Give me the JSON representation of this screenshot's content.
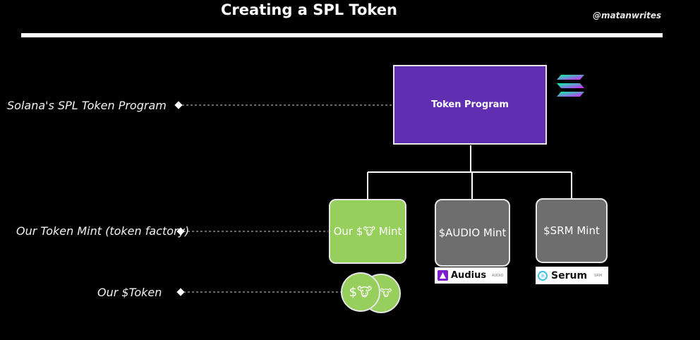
{
  "title": "Creating a SPL Token",
  "handle": "@matanwrites",
  "labels": {
    "program": "Solana's SPL Token Program",
    "mint": "Our Token Mint (token factory)",
    "token": "Our $Token"
  },
  "nodes": {
    "program": "Token Program",
    "our_mint": "Our $🐮 Mint",
    "audio_mint": "$AUDIO Mint",
    "srm_mint": "$SRM Mint"
  },
  "brands": {
    "audius": {
      "name": "Audius",
      "tag": "AUDIO",
      "icon": "audius-logo-icon"
    },
    "serum": {
      "name": "Serum",
      "tag": "SRM",
      "icon": "serum-logo-icon"
    }
  },
  "coin": {
    "label": "$🐮",
    "back_label": "🐮"
  },
  "colors": {
    "background": "#000000",
    "program_box": "#5f2eb1",
    "our_mint": "#96cf5b",
    "other_mint": "#6e6e6e"
  },
  "icons": {
    "solana": "solana-logo-icon"
  }
}
